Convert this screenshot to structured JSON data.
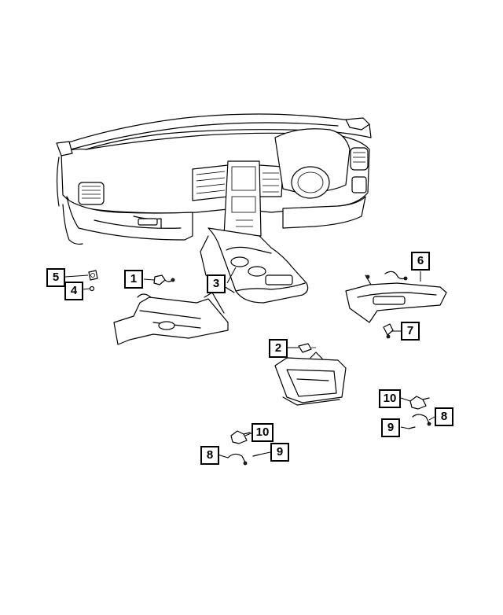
{
  "callouts": {
    "c1": "1",
    "c2": "2",
    "c3": "3",
    "c4": "4",
    "c5": "5",
    "c6": "6",
    "c7": "7",
    "c8a": "8",
    "c8b": "8",
    "c9a": "9",
    "c9b": "9",
    "c10a": "10",
    "c10b": "10"
  }
}
